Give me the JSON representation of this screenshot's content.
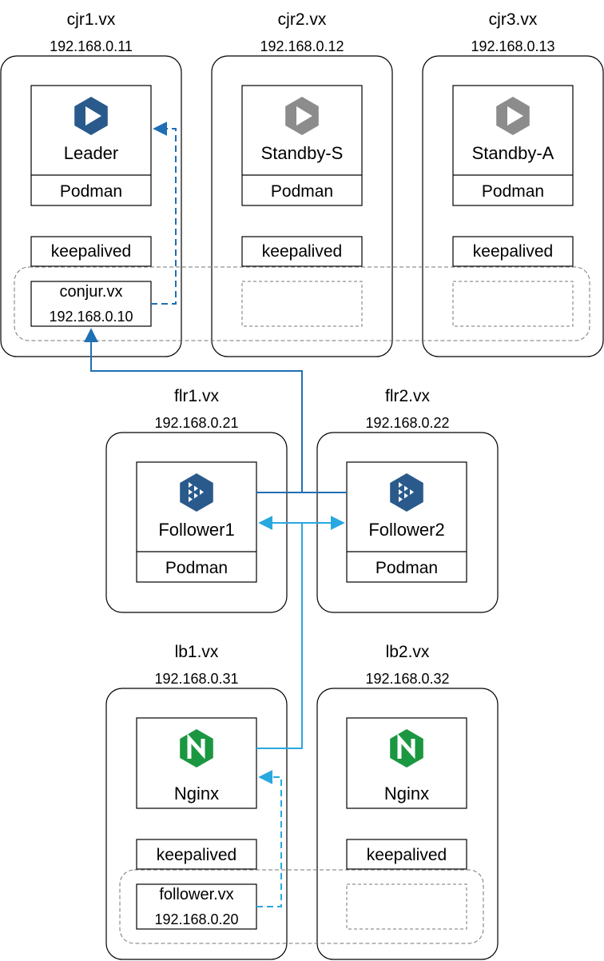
{
  "colors": {
    "arrow_dark": "#1f6fb5",
    "arrow_light": "#29a8e0",
    "conjur_leader_icon": "#2a5a8c",
    "conjur_standby_icon": "#8c8c8c",
    "follower_icon": "#2a5a8c",
    "nginx_icon": "#1a9740"
  },
  "hosts": {
    "cjr1": {
      "name": "cjr1.vx",
      "ip": "192.168.0.11",
      "role": "Leader",
      "runtime": "Podman",
      "keepalived": "keepalived"
    },
    "cjr2": {
      "name": "cjr2.vx",
      "ip": "192.168.0.12",
      "role": "Standby-S",
      "runtime": "Podman",
      "keepalived": "keepalived"
    },
    "cjr3": {
      "name": "cjr3.vx",
      "ip": "192.168.0.13",
      "role": "Standby-A",
      "runtime": "Podman",
      "keepalived": "keepalived"
    },
    "flr1": {
      "name": "flr1.vx",
      "ip": "192.168.0.21",
      "role": "Follower1",
      "runtime": "Podman"
    },
    "flr2": {
      "name": "flr2.vx",
      "ip": "192.168.0.22",
      "role": "Follower2",
      "runtime": "Podman"
    },
    "lb1": {
      "name": "lb1.vx",
      "ip": "192.168.0.31",
      "role": "Nginx",
      "keepalived": "keepalived"
    },
    "lb2": {
      "name": "lb2.vx",
      "ip": "192.168.0.32",
      "role": "Nginx",
      "keepalived": "keepalived"
    }
  },
  "vips": {
    "conjur": {
      "name": "conjur.vx",
      "ip": "192.168.0.10"
    },
    "follower": {
      "name": "follower.vx",
      "ip": "192.168.0.20"
    }
  },
  "icons": {
    "leader": "conjur-play-icon",
    "standby": "conjur-play-icon",
    "follower": "conjur-follower-icon",
    "nginx": "nginx-icon"
  }
}
